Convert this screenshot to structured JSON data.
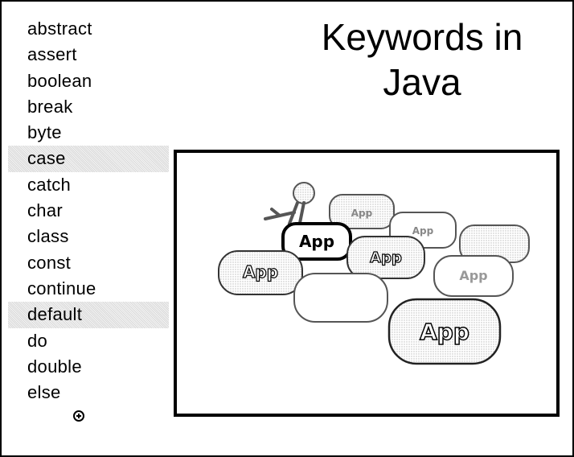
{
  "title": {
    "line1": "Keywords in",
    "line2": "Java"
  },
  "keywords": [
    {
      "label": "abstract",
      "highlighted": false
    },
    {
      "label": "assert",
      "highlighted": false
    },
    {
      "label": "boolean",
      "highlighted": false
    },
    {
      "label": "break",
      "highlighted": false
    },
    {
      "label": "byte",
      "highlighted": false
    },
    {
      "label": "case",
      "highlighted": true
    },
    {
      "label": "catch",
      "highlighted": false
    },
    {
      "label": "char",
      "highlighted": false
    },
    {
      "label": "class",
      "highlighted": false
    },
    {
      "label": "const",
      "highlighted": false
    },
    {
      "label": "continue",
      "highlighted": false
    },
    {
      "label": "default",
      "highlighted": true
    },
    {
      "label": "do",
      "highlighted": false
    },
    {
      "label": "double",
      "highlighted": false
    },
    {
      "label": "else",
      "highlighted": false
    }
  ],
  "expand_icon": "plus-circle-icon",
  "illustration": {
    "description_icon": "app-keys-illustration",
    "key_labels": [
      "App",
      "App",
      "App",
      "App",
      "App",
      "App",
      "App"
    ]
  }
}
